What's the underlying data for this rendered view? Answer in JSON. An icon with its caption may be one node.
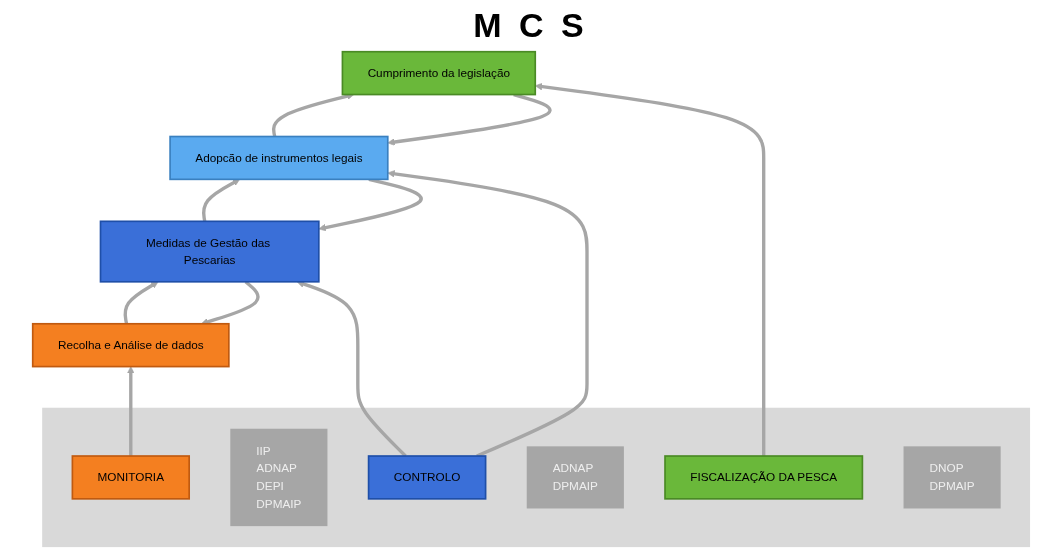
{
  "diagram": {
    "title": "M C S",
    "nodes": [
      {
        "text": [
          "Recolha e Análise de dados"
        ]
      },
      {
        "text": [
          "Medidas de Gestão das Pescarias"
        ]
      },
      {
        "text": [
          "Adopcão de instrumentos legais"
        ]
      },
      {
        "text": [
          "Cumprimento da legislação"
        ]
      },
      {
        "text": [],
        "shape": "box"
      },
      {
        "text": [
          "MONITORIA"
        ],
        "in": 4
      },
      {
        "text": [
          "IIP",
          "ADNAP",
          "DEPI",
          "DPMAIP"
        ],
        "in": 4
      },
      {
        "text": [
          "CONTROLO"
        ],
        "in": 4
      },
      {
        "text": [
          "ADNAP",
          "DPMAIP"
        ],
        "in": 4
      },
      {
        "text": [
          "FISCALIZAÇÃO DA PESCA"
        ],
        "in": 4
      },
      {
        "text": [
          "DNOP",
          "DPMAIP"
        ],
        "in": 4
      }
    ],
    "edges": [
      {
        "from": 0,
        "to": 1,
        "arrow": "to"
      },
      {
        "from": 1,
        "to": 0,
        "arrow": "to"
      },
      {
        "from": 1,
        "to": 2,
        "arrow": "to"
      },
      {
        "from": 2,
        "to": 1,
        "arrow": "to"
      },
      {
        "from": 2,
        "to": 3,
        "arrow": "to"
      },
      {
        "from": 3,
        "to": 2,
        "arrow": "to"
      },
      {
        "from": 5,
        "to": 0,
        "arrow": "to"
      },
      {
        "from": 7,
        "to": 1,
        "arrow": "to"
      },
      {
        "from": 7,
        "to": 2,
        "arrow": "to"
      },
      {
        "from": 9,
        "to": 3,
        "arrow": "to"
      }
    ]
  }
}
